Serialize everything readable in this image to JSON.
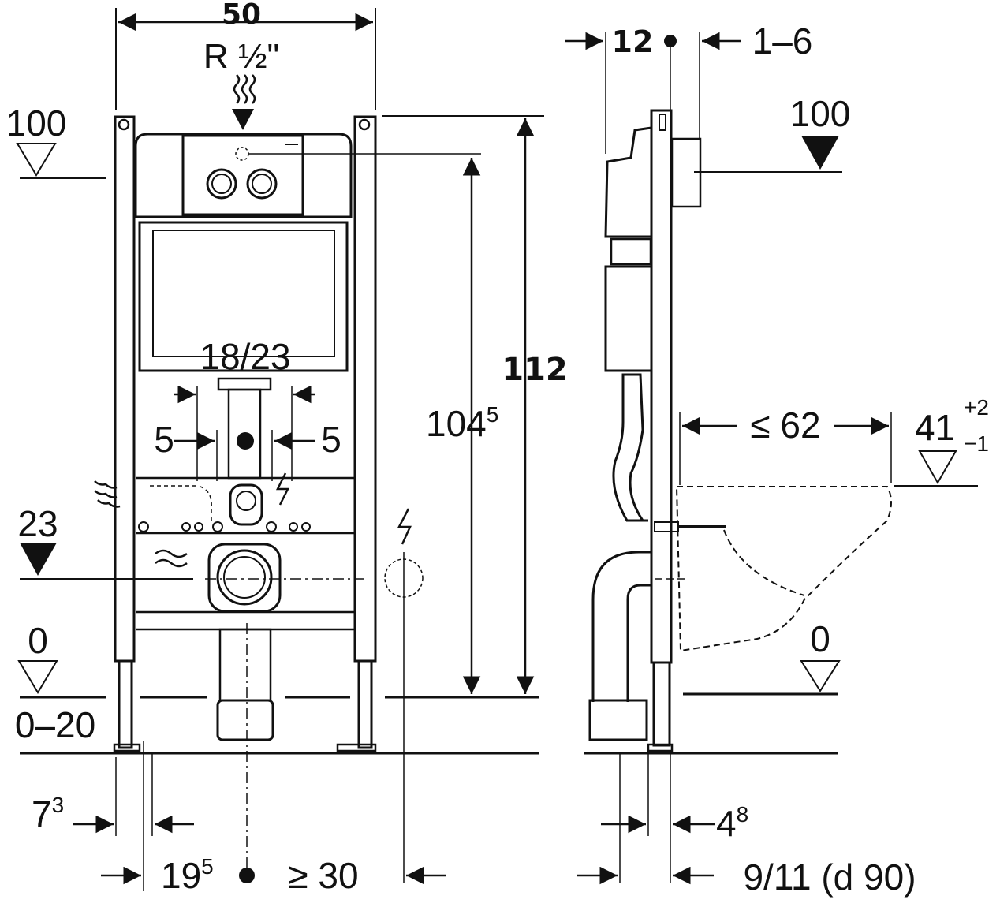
{
  "front_view": {
    "width_label": "50",
    "water_inlet_label": "R ½\"",
    "ref_100_label": "100",
    "flush_label": "18/23",
    "offset_left_label": "5",
    "offset_right_label": "5",
    "ref_23_label": "23",
    "ref_0_label": "0",
    "range_0_20_label": "0–20",
    "height_104_main": "104",
    "height_104_sup": "5",
    "height_112_label": "112",
    "dim_7_main": "7",
    "dim_7_sup": "3",
    "dim_19_main": "19",
    "dim_19_sup": "5",
    "dim_30_label": "≥ 30"
  },
  "side_view": {
    "depth_12_label": "12",
    "depth_1_6_label": "1–6",
    "ref_100_label": "100",
    "bowl_62_label": "≤ 62",
    "height_41_main": "41",
    "height_41_sup": "+2",
    "height_41_sub": "−1",
    "ref_0_label": "0",
    "dim_4_main": "4",
    "dim_4_sup": "8",
    "pipe_label": "9/11 (d 90)"
  },
  "colors": {
    "line": "#111111",
    "background": "#ffffff"
  }
}
